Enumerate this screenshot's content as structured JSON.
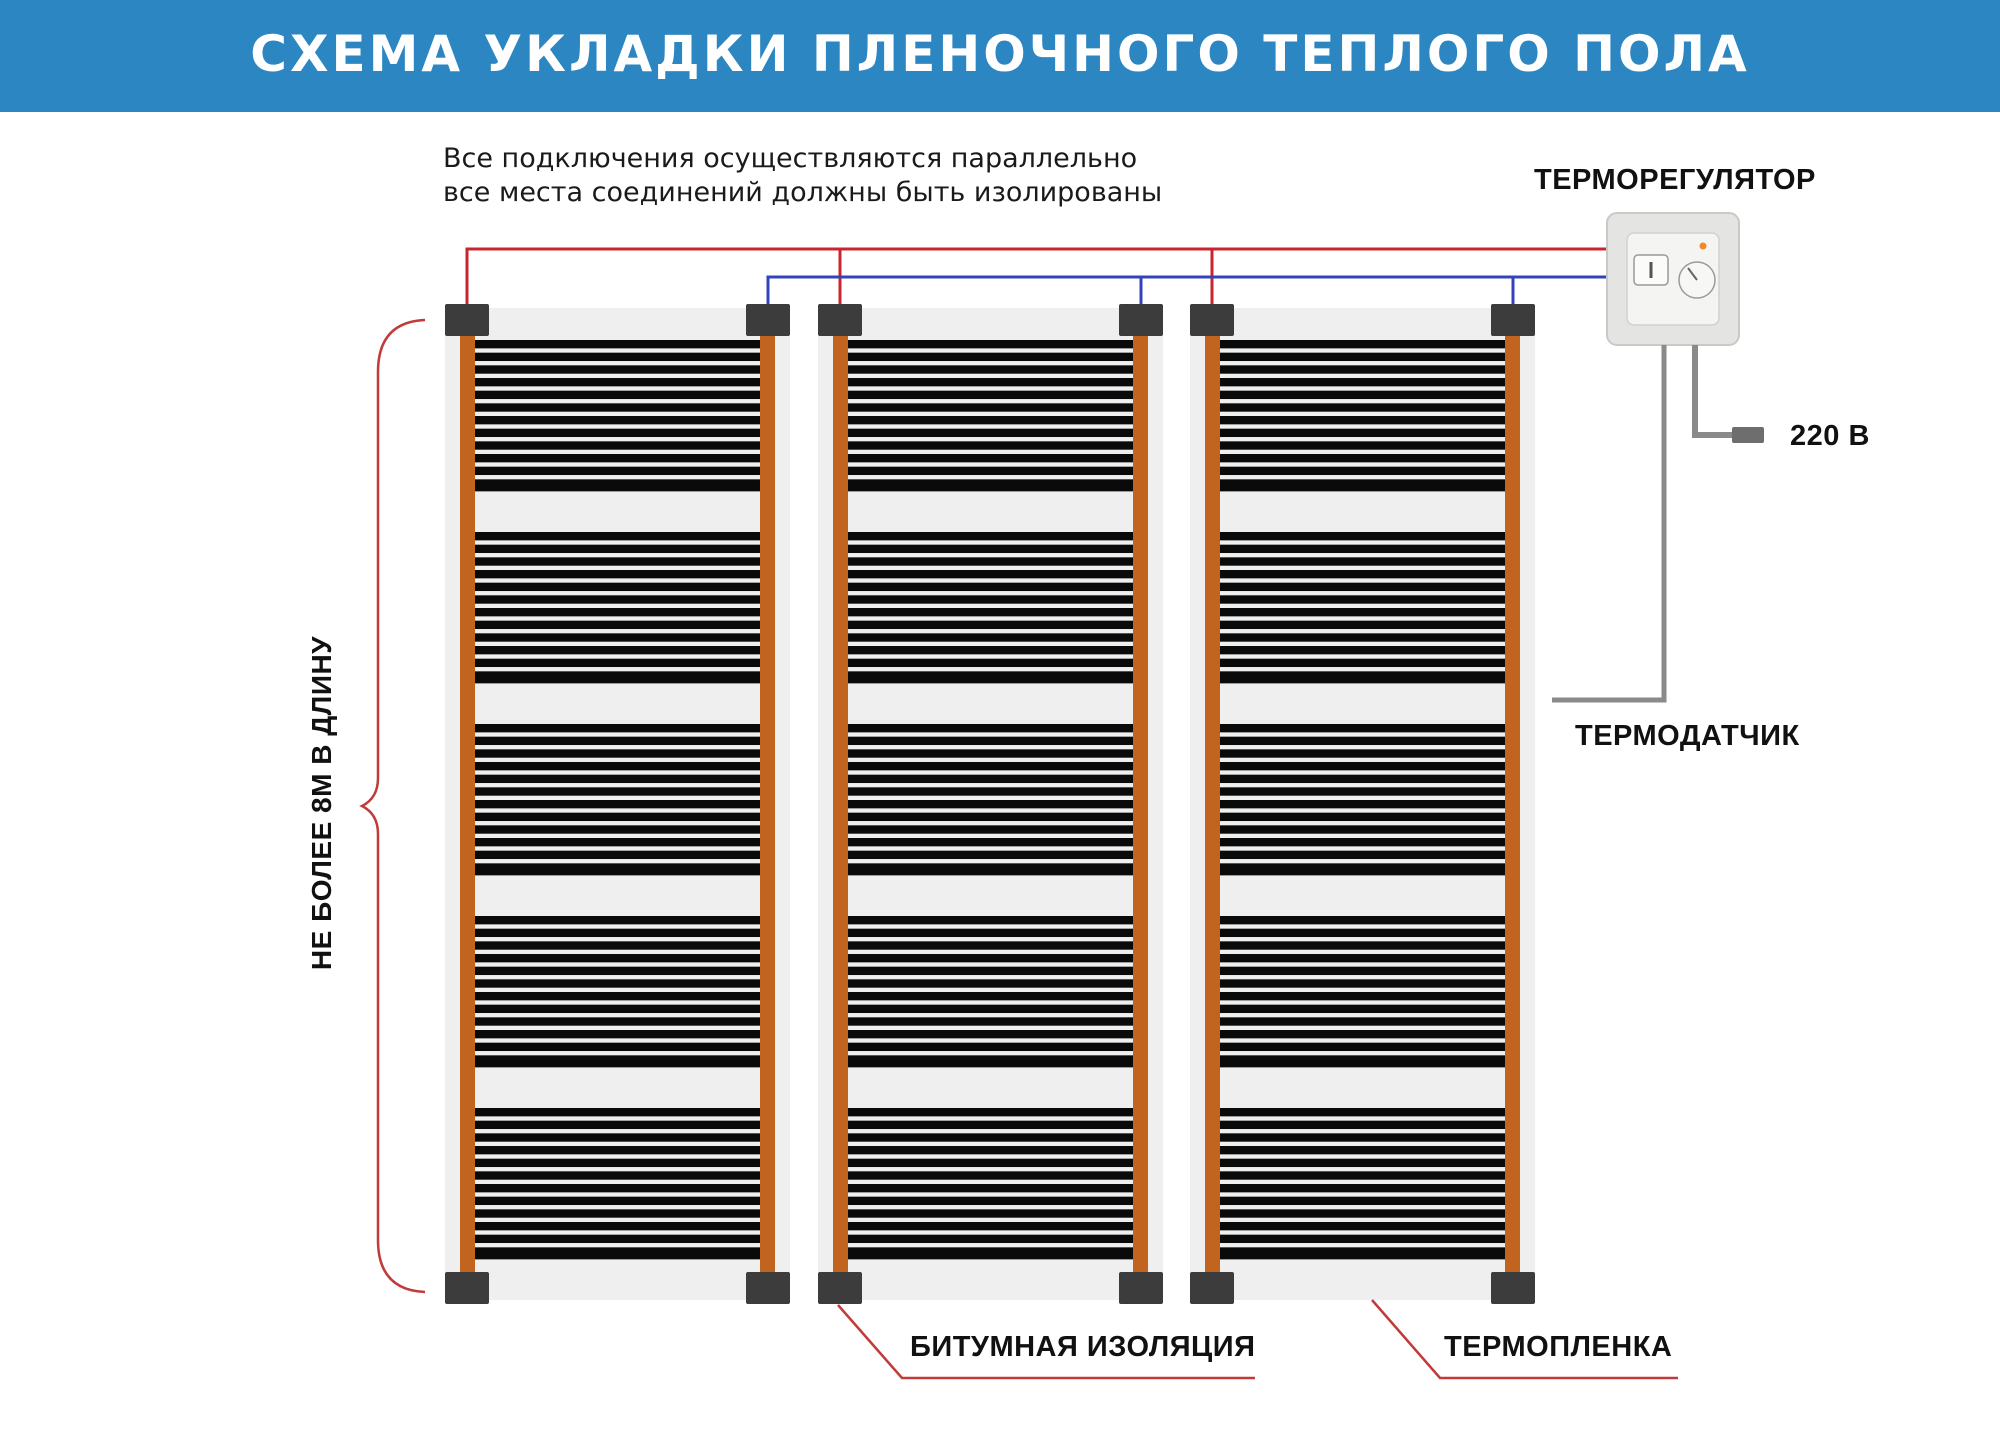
{
  "header": {
    "title": "СХЕМА УКЛАДКИ ПЛЕНОЧНОГО ТЕПЛОГО ПОЛА",
    "background_color": "#2b86c1"
  },
  "note": {
    "line1": "Все подключения осуществляются параллельно",
    "line2": "все места соединений должны быть изолированы"
  },
  "labels": {
    "thermostat": "ТЕРМОРЕГУЛЯТОР",
    "power": "220 В",
    "sensor": "ТЕРМОДАТЧИК",
    "bitumen_insulation": "БИТУМНАЯ ИЗОЛЯЦИЯ",
    "heating_film": "ТЕРМОПЛЕНКА",
    "length_limit": "НЕ БОЛЕЕ 8М В ДЛИНУ"
  },
  "film_strips": {
    "count": 3,
    "heating_blocks_per_strip": 5,
    "stripes_per_block": 12
  },
  "colors": {
    "phase_wire": "#c8262e",
    "neutral_wire": "#3344bb",
    "copper_bus": "#c06420",
    "clamp": "#3c3c3c",
    "film": "#efefef",
    "heating_stripe": "#0a0a0a",
    "sensor_wire": "#8a8a8a",
    "brace": "#c23b3b"
  }
}
